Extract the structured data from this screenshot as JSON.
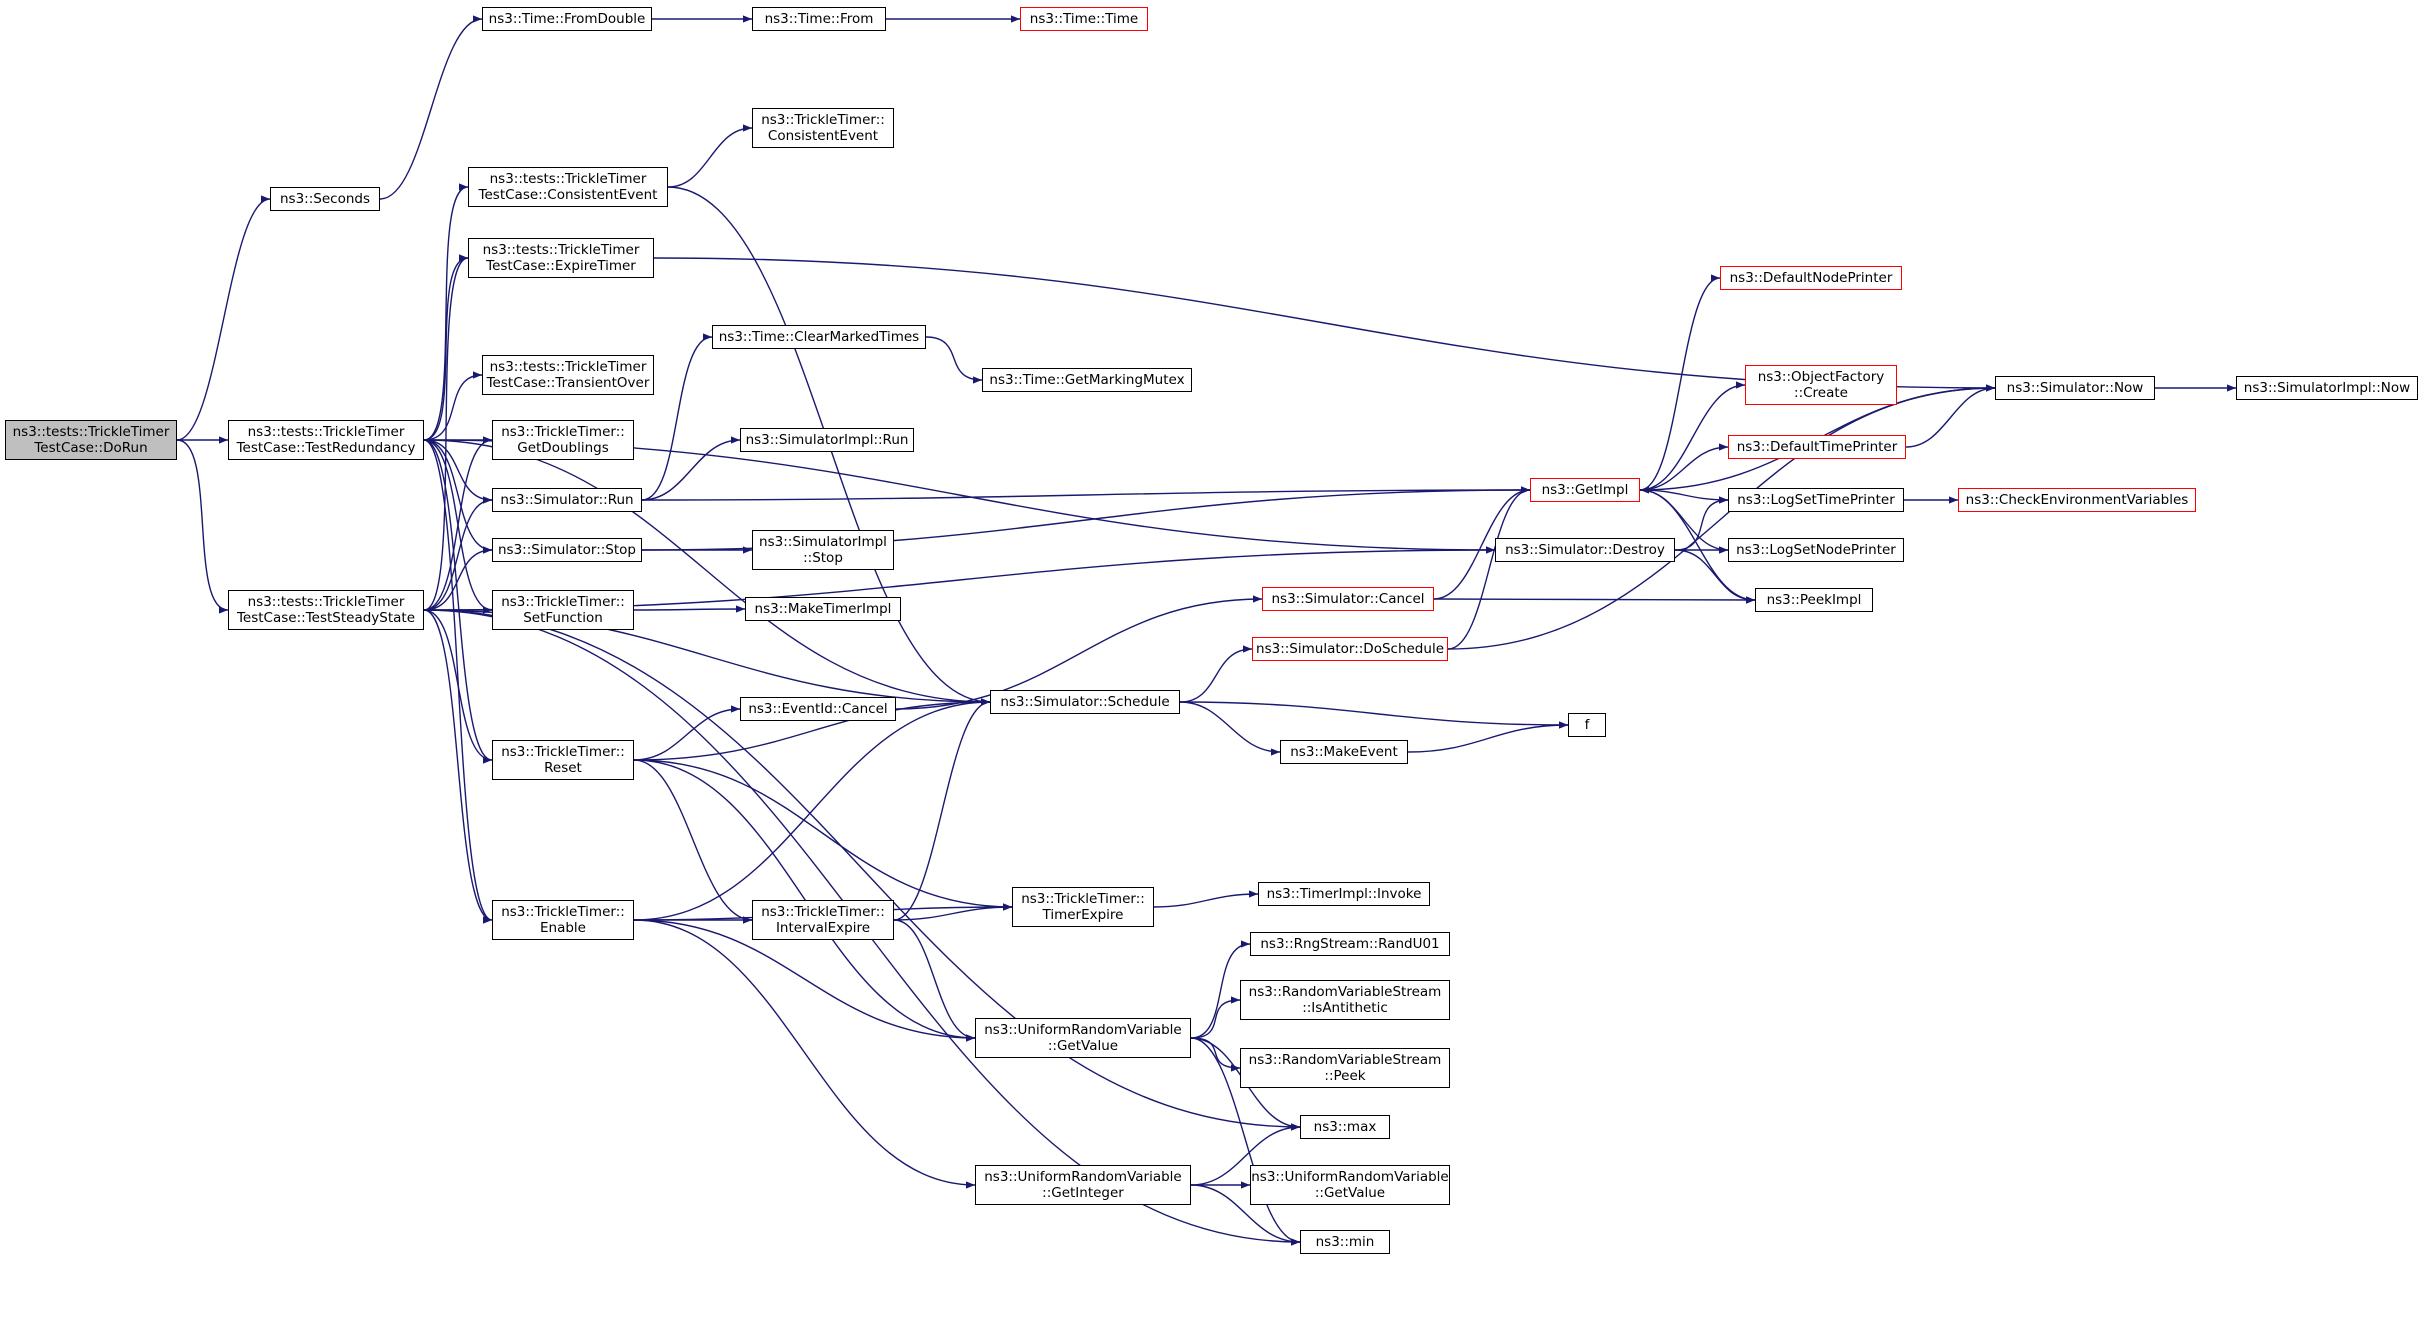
{
  "colors": {
    "edge": "#191970",
    "border": "#000000",
    "highlight_border": "#ff0000",
    "root_fill": "#bfbfbf"
  },
  "nodes": [
    {
      "id": "dorun",
      "lines": [
        "ns3::tests::TrickleTimer",
        "TestCase::DoRun"
      ],
      "style": "root"
    },
    {
      "id": "seconds",
      "lines": [
        "ns3::Seconds"
      ],
      "style": "normal"
    },
    {
      "id": "fromdouble",
      "lines": [
        "ns3::Time::FromDouble"
      ],
      "style": "normal"
    },
    {
      "id": "from",
      "lines": [
        "ns3::Time::From"
      ],
      "style": "normal"
    },
    {
      "id": "time",
      "lines": [
        "ns3::Time::Time"
      ],
      "style": "red"
    },
    {
      "id": "testredundancy",
      "lines": [
        "ns3::tests::TrickleTimer",
        "TestCase::TestRedundancy"
      ],
      "style": "normal"
    },
    {
      "id": "teststeadystate",
      "lines": [
        "ns3::tests::TrickleTimer",
        "TestCase::TestSteadyState"
      ],
      "style": "normal"
    },
    {
      "id": "consistentevent_tc",
      "lines": [
        "ns3::tests::TrickleTimer",
        "TestCase::ConsistentEvent"
      ],
      "style": "normal"
    },
    {
      "id": "tt_consistentevent",
      "lines": [
        "ns3::TrickleTimer::",
        "ConsistentEvent"
      ],
      "style": "normal"
    },
    {
      "id": "expiretimer",
      "lines": [
        "ns3::tests::TrickleTimer",
        "TestCase::ExpireTimer"
      ],
      "style": "normal"
    },
    {
      "id": "transientover",
      "lines": [
        "ns3::tests::TrickleTimer",
        "TestCase::TransientOver"
      ],
      "style": "normal"
    },
    {
      "id": "getdoublings",
      "lines": [
        "ns3::TrickleTimer::",
        "GetDoublings"
      ],
      "style": "normal"
    },
    {
      "id": "sim_run",
      "lines": [
        "ns3::Simulator::Run"
      ],
      "style": "normal"
    },
    {
      "id": "sim_stop",
      "lines": [
        "ns3::Simulator::Stop"
      ],
      "style": "normal"
    },
    {
      "id": "setfunction",
      "lines": [
        "ns3::TrickleTimer::",
        "SetFunction"
      ],
      "style": "normal"
    },
    {
      "id": "clearmarked",
      "lines": [
        "ns3::Time::ClearMarkedTimes"
      ],
      "style": "normal"
    },
    {
      "id": "markingmutex",
      "lines": [
        "ns3::Time::GetMarkingMutex"
      ],
      "style": "normal"
    },
    {
      "id": "simimpl_run",
      "lines": [
        "ns3::SimulatorImpl::Run"
      ],
      "style": "normal"
    },
    {
      "id": "simimpl_stop",
      "lines": [
        "ns3::SimulatorImpl",
        "::Stop"
      ],
      "style": "normal"
    },
    {
      "id": "maketimerimpl",
      "lines": [
        "ns3::MakeTimerImpl"
      ],
      "style": "normal"
    },
    {
      "id": "eventid_cancel",
      "lines": [
        "ns3::EventId::Cancel"
      ],
      "style": "normal"
    },
    {
      "id": "sim_schedule",
      "lines": [
        "ns3::Simulator::Schedule"
      ],
      "style": "normal"
    },
    {
      "id": "tt_reset",
      "lines": [
        "ns3::TrickleTimer::",
        "Reset"
      ],
      "style": "normal"
    },
    {
      "id": "tt_enable",
      "lines": [
        "ns3::TrickleTimer::",
        "Enable"
      ],
      "style": "normal"
    },
    {
      "id": "tt_intervalexpire",
      "lines": [
        "ns3::TrickleTimer::",
        "IntervalExpire"
      ],
      "style": "normal"
    },
    {
      "id": "tt_timerexpire",
      "lines": [
        "ns3::TrickleTimer::",
        "TimerExpire"
      ],
      "style": "normal"
    },
    {
      "id": "timerimpl_invoke",
      "lines": [
        "ns3::TimerImpl::Invoke"
      ],
      "style": "normal"
    },
    {
      "id": "makeevent",
      "lines": [
        "ns3::MakeEvent"
      ],
      "style": "normal"
    },
    {
      "id": "f",
      "lines": [
        "f"
      ],
      "style": "normal"
    },
    {
      "id": "sim_doschedule",
      "lines": [
        "ns3::Simulator::DoSchedule"
      ],
      "style": "red"
    },
    {
      "id": "sim_cancel",
      "lines": [
        "ns3::Simulator::Cancel"
      ],
      "style": "red"
    },
    {
      "id": "getimpl",
      "lines": [
        "ns3::GetImpl"
      ],
      "style": "red"
    },
    {
      "id": "sim_destroy",
      "lines": [
        "ns3::Simulator::Destroy"
      ],
      "style": "normal"
    },
    {
      "id": "defaultnodeprinter",
      "lines": [
        "ns3::DefaultNodePrinter"
      ],
      "style": "red"
    },
    {
      "id": "objectfactory_create",
      "lines": [
        "ns3::ObjectFactory",
        "::Create"
      ],
      "style": "red"
    },
    {
      "id": "defaulttimeprinter",
      "lines": [
        "ns3::DefaultTimePrinter"
      ],
      "style": "red"
    },
    {
      "id": "logsettimeprinter",
      "lines": [
        "ns3::LogSetTimePrinter"
      ],
      "style": "normal"
    },
    {
      "id": "logsetnodeprinter",
      "lines": [
        "ns3::LogSetNodePrinter"
      ],
      "style": "normal"
    },
    {
      "id": "peekimpl",
      "lines": [
        "ns3::PeekImpl"
      ],
      "style": "normal"
    },
    {
      "id": "sim_now",
      "lines": [
        "ns3::Simulator::Now"
      ],
      "style": "normal"
    },
    {
      "id": "simimpl_now",
      "lines": [
        "ns3::SimulatorImpl::Now"
      ],
      "style": "normal"
    },
    {
      "id": "checkenv",
      "lines": [
        "ns3::CheckEnvironmentVariables"
      ],
      "style": "red"
    },
    {
      "id": "urv_getvalue",
      "lines": [
        "ns3::UniformRandomVariable",
        "::GetValue"
      ],
      "style": "normal"
    },
    {
      "id": "urv_getinteger",
      "lines": [
        "ns3::UniformRandomVariable",
        "::GetInteger"
      ],
      "style": "normal"
    },
    {
      "id": "rng_randu01",
      "lines": [
        "ns3::RngStream::RandU01"
      ],
      "style": "normal"
    },
    {
      "id": "rvs_isantithetic",
      "lines": [
        "ns3::RandomVariableStream",
        "::IsAntithetic"
      ],
      "style": "normal"
    },
    {
      "id": "rvs_peek",
      "lines": [
        "ns3::RandomVariableStream",
        "::Peek"
      ],
      "style": "normal"
    },
    {
      "id": "max",
      "lines": [
        "ns3::max"
      ],
      "style": "normal"
    },
    {
      "id": "urv_getvalue2",
      "lines": [
        "ns3::UniformRandomVariable",
        "::GetValue"
      ],
      "style": "normal"
    },
    {
      "id": "min",
      "lines": [
        "ns3::min"
      ],
      "style": "normal"
    }
  ],
  "edges": [
    [
      "dorun",
      "seconds"
    ],
    [
      "dorun",
      "testredundancy"
    ],
    [
      "dorun",
      "teststeadystate"
    ],
    [
      "seconds",
      "fromdouble"
    ],
    [
      "fromdouble",
      "from"
    ],
    [
      "from",
      "time"
    ],
    [
      "testredundancy",
      "consistentevent_tc"
    ],
    [
      "testredundancy",
      "expiretimer"
    ],
    [
      "testredundancy",
      "transientover"
    ],
    [
      "testredundancy",
      "getdoublings"
    ],
    [
      "testredundancy",
      "sim_run"
    ],
    [
      "testredundancy",
      "sim_stop"
    ],
    [
      "testredundancy",
      "setfunction"
    ],
    [
      "testredundancy",
      "tt_reset"
    ],
    [
      "testredundancy",
      "tt_enable"
    ],
    [
      "testredundancy",
      "sim_schedule"
    ],
    [
      "testredundancy",
      "sim_destroy"
    ],
    [
      "teststeadystate",
      "expiretimer"
    ],
    [
      "teststeadystate",
      "getdoublings"
    ],
    [
      "teststeadystate",
      "sim_run"
    ],
    [
      "teststeadystate",
      "sim_stop"
    ],
    [
      "teststeadystate",
      "setfunction"
    ],
    [
      "teststeadystate",
      "tt_reset"
    ],
    [
      "teststeadystate",
      "tt_enable"
    ],
    [
      "teststeadystate",
      "sim_schedule"
    ],
    [
      "teststeadystate",
      "max"
    ],
    [
      "teststeadystate",
      "min"
    ],
    [
      "teststeadystate",
      "sim_destroy"
    ],
    [
      "consistentevent_tc",
      "tt_consistentevent"
    ],
    [
      "consistentevent_tc",
      "sim_schedule"
    ],
    [
      "expiretimer",
      "sim_now"
    ],
    [
      "sim_run",
      "clearmarked"
    ],
    [
      "sim_run",
      "simimpl_run"
    ],
    [
      "sim_run",
      "getimpl"
    ],
    [
      "sim_stop",
      "simimpl_stop"
    ],
    [
      "sim_stop",
      "getimpl"
    ],
    [
      "setfunction",
      "maketimerimpl"
    ],
    [
      "clearmarked",
      "markingmutex"
    ],
    [
      "tt_reset",
      "eventid_cancel"
    ],
    [
      "tt_reset",
      "sim_schedule"
    ],
    [
      "tt_reset",
      "tt_intervalexpire"
    ],
    [
      "tt_reset",
      "tt_timerexpire"
    ],
    [
      "tt_reset",
      "urv_getvalue"
    ],
    [
      "tt_enable",
      "tt_intervalexpire"
    ],
    [
      "tt_enable",
      "sim_schedule"
    ],
    [
      "tt_enable",
      "tt_timerexpire"
    ],
    [
      "tt_enable",
      "urv_getvalue"
    ],
    [
      "tt_enable",
      "urv_getinteger"
    ],
    [
      "tt_intervalexpire",
      "sim_schedule"
    ],
    [
      "tt_intervalexpire",
      "tt_timerexpire"
    ],
    [
      "tt_intervalexpire",
      "urv_getvalue"
    ],
    [
      "tt_timerexpire",
      "timerimpl_invoke"
    ],
    [
      "eventid_cancel",
      "sim_cancel"
    ],
    [
      "sim_schedule",
      "sim_doschedule"
    ],
    [
      "sim_schedule",
      "makeevent"
    ],
    [
      "sim_schedule",
      "f"
    ],
    [
      "makeevent",
      "f"
    ],
    [
      "sim_doschedule",
      "getimpl"
    ],
    [
      "sim_doschedule",
      "sim_now"
    ],
    [
      "sim_cancel",
      "getimpl"
    ],
    [
      "sim_cancel",
      "peekimpl"
    ],
    [
      "sim_destroy",
      "logsettimeprinter"
    ],
    [
      "sim_destroy",
      "logsetnodeprinter"
    ],
    [
      "sim_destroy",
      "peekimpl"
    ],
    [
      "getimpl",
      "defaultnodeprinter"
    ],
    [
      "getimpl",
      "objectfactory_create"
    ],
    [
      "getimpl",
      "defaulttimeprinter"
    ],
    [
      "getimpl",
      "logsettimeprinter"
    ],
    [
      "getimpl",
      "logsetnodeprinter"
    ],
    [
      "getimpl",
      "peekimpl"
    ],
    [
      "defaulttimeprinter",
      "sim_now"
    ],
    [
      "sim_now",
      "simimpl_now"
    ],
    [
      "sim_now",
      "getimpl"
    ],
    [
      "logsettimeprinter",
      "checkenv"
    ],
    [
      "urv_getvalue",
      "rng_randu01"
    ],
    [
      "urv_getvalue",
      "rvs_isantithetic"
    ],
    [
      "urv_getvalue",
      "rvs_peek"
    ],
    [
      "urv_getvalue",
      "max"
    ],
    [
      "urv_getvalue",
      "min"
    ],
    [
      "urv_getinteger",
      "urv_getvalue2"
    ],
    [
      "urv_getinteger",
      "max"
    ],
    [
      "urv_getinteger",
      "min"
    ]
  ]
}
